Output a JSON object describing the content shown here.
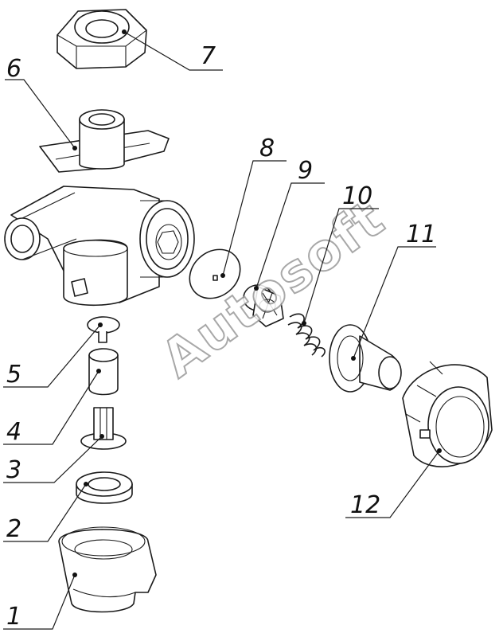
{
  "diagram": {
    "watermark": "Autosoft",
    "callouts": [
      {
        "id": "1",
        "label": "1"
      },
      {
        "id": "2",
        "label": "2"
      },
      {
        "id": "3",
        "label": "3"
      },
      {
        "id": "4",
        "label": "4"
      },
      {
        "id": "5",
        "label": "5"
      },
      {
        "id": "6",
        "label": "6"
      },
      {
        "id": "7",
        "label": "7"
      },
      {
        "id": "8",
        "label": "8"
      },
      {
        "id": "9",
        "label": "9"
      },
      {
        "id": "10",
        "label": "10"
      },
      {
        "id": "11",
        "label": "11"
      },
      {
        "id": "12",
        "label": "12"
      }
    ]
  }
}
